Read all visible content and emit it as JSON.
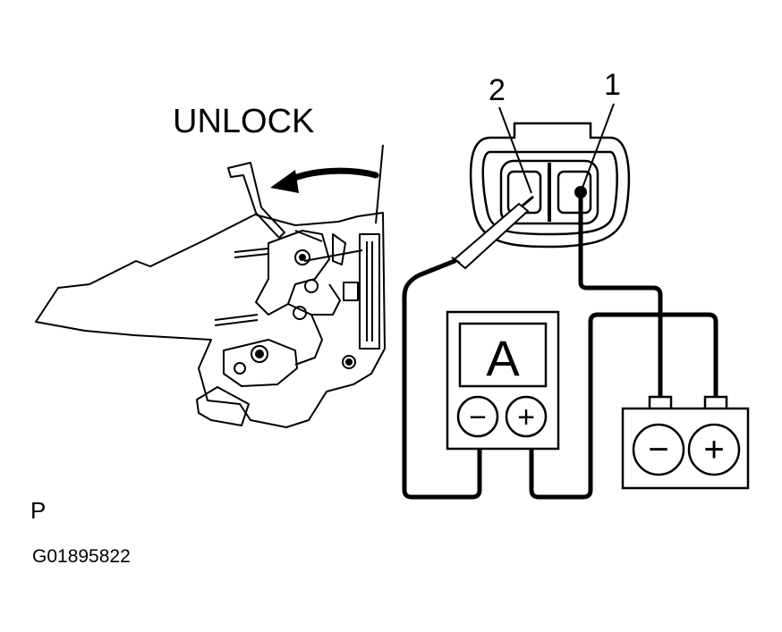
{
  "labels": {
    "unlock": "UNLOCK",
    "terminal_2": "2",
    "terminal_1": "1",
    "ammeter": "A",
    "ammeter_minus": "−",
    "ammeter_plus": "+",
    "battery_minus": "−",
    "battery_plus": "+",
    "figure_letter": "P",
    "figure_code": "G01895822"
  },
  "colors": {
    "ink": "#000000",
    "paper": "#ffffff"
  }
}
